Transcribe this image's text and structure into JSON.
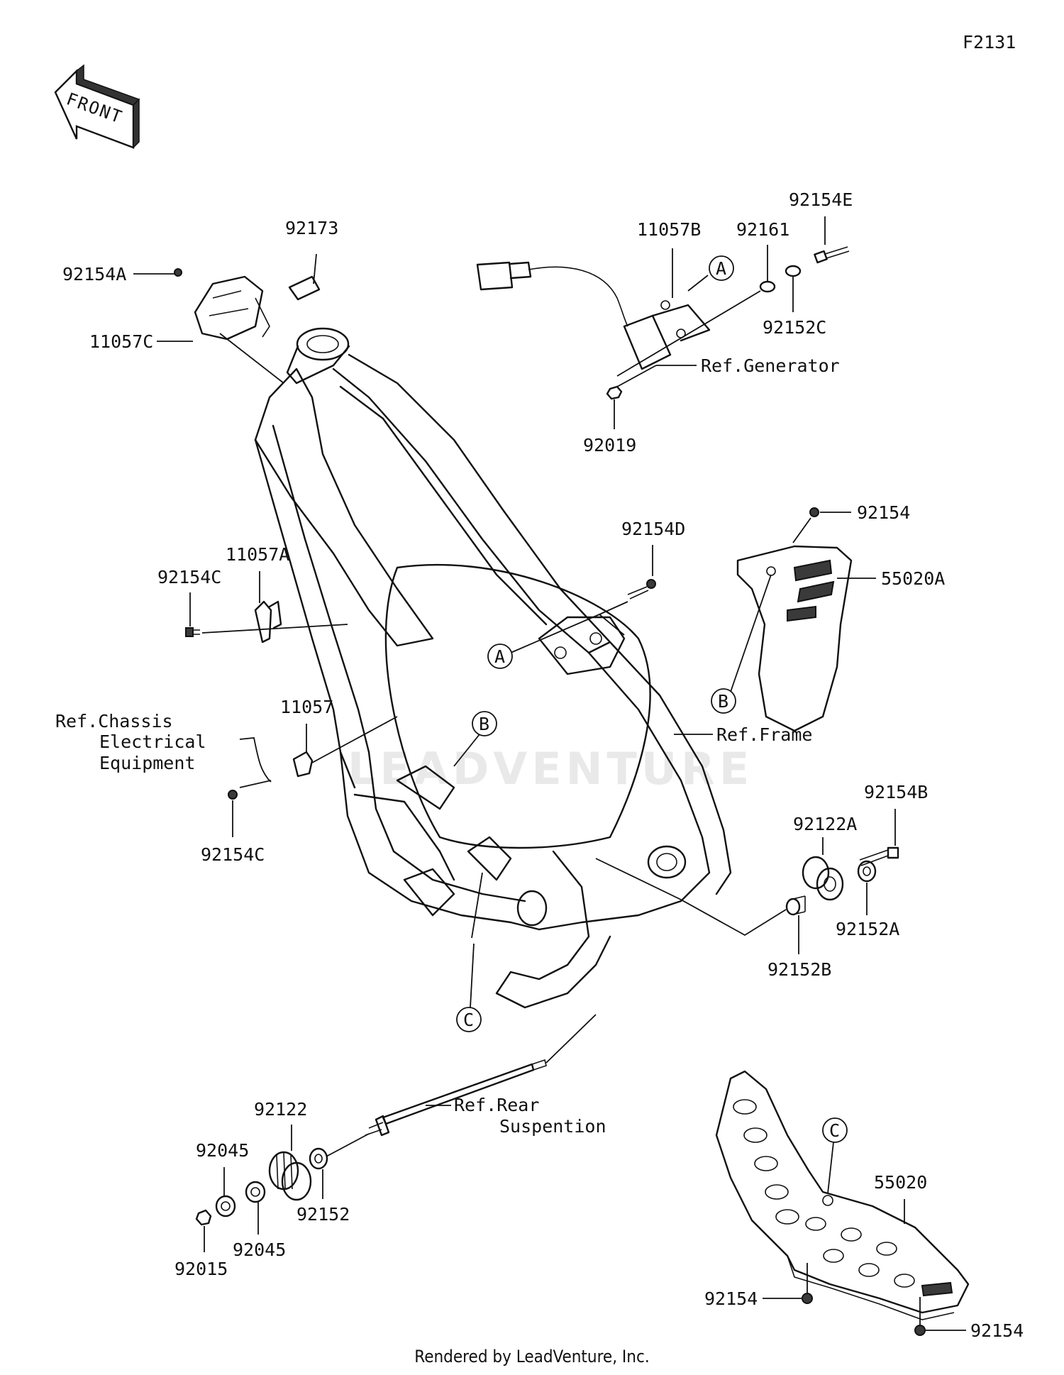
{
  "figure_code": "F2131",
  "front_arrow_label": "FRONT",
  "watermark": "LEADVENTURE",
  "footer": "Rendered by LeadVenture, Inc.",
  "part_labels": {
    "p92173": "92173",
    "p92154A": "92154A",
    "p11057C": "11057C",
    "p11057B": "11057B",
    "p92161": "92161",
    "p92154E": "92154E",
    "p92152C": "92152C",
    "p92019": "92019",
    "p92154_top": "92154",
    "p55020A": "55020A",
    "p92154D": "92154D",
    "p11057A": "11057A",
    "p92154C_top": "92154C",
    "p11057": "11057",
    "p92154C_bottom": "92154C",
    "p92154B": "92154B",
    "p92122A": "92122A",
    "p92152A": "92152A",
    "p92152B": "92152B",
    "p92122": "92122",
    "p92045_top": "92045",
    "p92045_bottom": "92045",
    "p92152": "92152",
    "p92015": "92015",
    "p55020": "55020",
    "p92154_skid_left": "92154",
    "p92154_skid_right": "92154"
  },
  "references": {
    "generator": "Ref.Generator",
    "frame": "Ref.Frame",
    "chassis_line1": "Ref.Chassis",
    "chassis_line2": "Electrical",
    "chassis_line3": "Equipment",
    "rear_line1": "Ref.Rear",
    "rear_line2": "Suspention"
  },
  "callouts": {
    "a_top": "A",
    "a_frame": "A",
    "b_guard": "B",
    "b_frame": "B",
    "c_frame": "C",
    "c_skid": "C"
  }
}
